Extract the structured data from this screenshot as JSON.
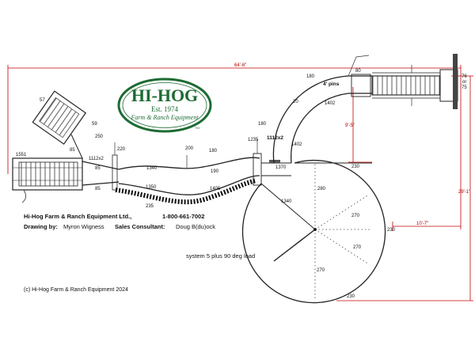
{
  "logo": {
    "name": "HI-HOG",
    "est": "Est. 1974",
    "tagline": "Farm & Ranch Equipment",
    "tm": "TM",
    "brand_color": "#1d6b33"
  },
  "info": {
    "company": "Hi-Hog Farm & Ranch Equipment Ltd.,",
    "phone": "1-800-661-7002",
    "drawing_by_label": "Drawing by:",
    "drawing_by": "Myron Wigness",
    "sales_label": "Sales Consultant:",
    "sales": "Doug B(du)ock"
  },
  "caption": "system 5 plus 90 deg load",
  "copyright": "(c) Hi-Hog Farm & Ranch Equipment 2024",
  "dimensions": {
    "overall_width": "64'-6\"",
    "overall_height": "29'-1\"",
    "right_width": "10'-7\"",
    "upper_drop": "9'-5\"",
    "end_a": "76",
    "end_b": "or",
    "end_c": "75"
  },
  "labels": {
    "l57": "57",
    "l59": "59",
    "l250": "250",
    "l85a": "85",
    "l1551": "1551",
    "l1112x2a": "1112x2",
    "l85b": "85",
    "l85c": "85",
    "l220": "220",
    "l200": "200",
    "l180a": "180",
    "l1340a": "1340",
    "l190": "190",
    "l1350": "1350",
    "l1405": "1405",
    "l235": "235",
    "l180b": "180",
    "l1235": "1235",
    "l1112x2b": "1112x2",
    "l1402a": "1402",
    "l1370": "1370",
    "l180c": "180",
    "l80": "80",
    "pins": "4' pins",
    "l20": "20",
    "l1402b": "1402",
    "l1340b": "1340",
    "l280": "280",
    "l270a": "270",
    "l270b": "270",
    "l270c": "270",
    "l230a": "230",
    "l230b": "230",
    "l230c": "230"
  }
}
